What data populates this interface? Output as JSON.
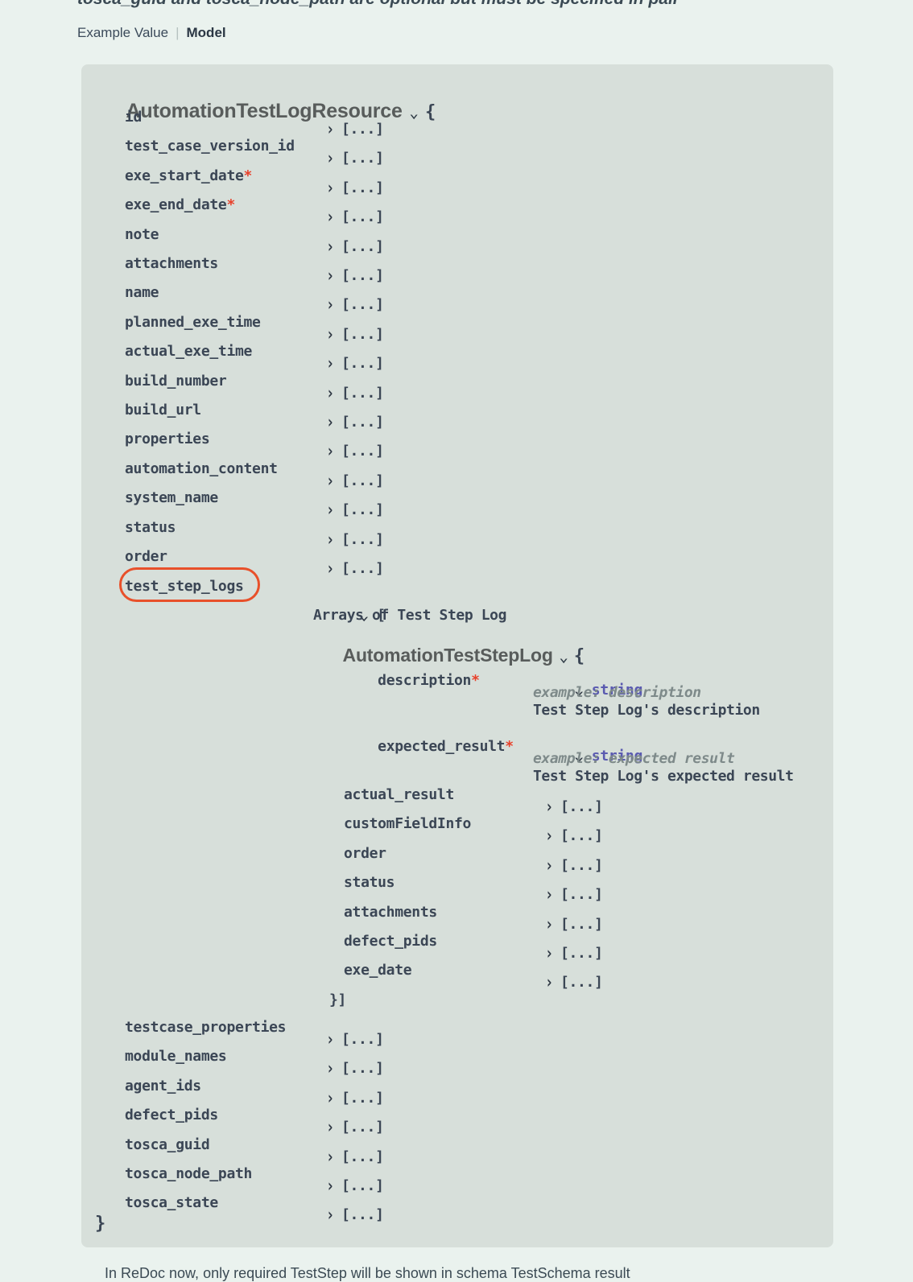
{
  "top_note": "tosca_guid and tosca_node_path are optional but must be specified in pair",
  "tabs": {
    "example_value": "Example Value",
    "separator": "|",
    "model": "Model"
  },
  "model": {
    "name": "AutomationTestLogResource",
    "open_brace": "{",
    "close_brace": "}",
    "collapse_icon": "chevron-down",
    "properties": [
      {
        "name": "id",
        "required": false,
        "value": "[...]",
        "toggle": "chevron-right"
      },
      {
        "name": "test_case_version_id",
        "required": false,
        "value": "[...]",
        "toggle": "chevron-right"
      },
      {
        "name": "exe_start_date",
        "required": true,
        "value": "[...]",
        "toggle": "chevron-right"
      },
      {
        "name": "exe_end_date",
        "required": true,
        "value": "[...]",
        "toggle": "chevron-right"
      },
      {
        "name": "note",
        "required": false,
        "value": "[...]",
        "toggle": "chevron-right"
      },
      {
        "name": "attachments",
        "required": false,
        "value": "[...]",
        "toggle": "chevron-right"
      },
      {
        "name": "name",
        "required": false,
        "value": "[...]",
        "toggle": "chevron-right"
      },
      {
        "name": "planned_exe_time",
        "required": false,
        "value": "[...]",
        "toggle": "chevron-right"
      },
      {
        "name": "actual_exe_time",
        "required": false,
        "value": "[...]",
        "toggle": "chevron-right"
      },
      {
        "name": "build_number",
        "required": false,
        "value": "[...]",
        "toggle": "chevron-right"
      },
      {
        "name": "build_url",
        "required": false,
        "value": "[...]",
        "toggle": "chevron-right"
      },
      {
        "name": "properties",
        "required": false,
        "value": "[...]",
        "toggle": "chevron-right"
      },
      {
        "name": "automation_content",
        "required": false,
        "value": "[...]",
        "toggle": "chevron-right"
      },
      {
        "name": "system_name",
        "required": false,
        "value": "[...]",
        "toggle": "chevron-right"
      },
      {
        "name": "status",
        "required": false,
        "value": "[...]",
        "toggle": "chevron-right"
      },
      {
        "name": "order",
        "required": false,
        "value": "[...]",
        "toggle": "chevron-right"
      }
    ],
    "expanded_property": {
      "name": "test_step_logs",
      "highlighted": true,
      "highlight_color": "#e8502a",
      "toggle": "chevron-down",
      "open_bracket": "[",
      "array_note": "Arrays of Test Step Log",
      "close_bracket": "}]"
    },
    "trailing_properties": [
      {
        "name": "testcase_properties",
        "required": false,
        "value": "[...]",
        "toggle": "chevron-right"
      },
      {
        "name": "module_names",
        "required": false,
        "value": "[...]",
        "toggle": "chevron-right"
      },
      {
        "name": "agent_ids",
        "required": false,
        "value": "[...]",
        "toggle": "chevron-right"
      },
      {
        "name": "defect_pids",
        "required": false,
        "value": "[...]",
        "toggle": "chevron-right"
      },
      {
        "name": "tosca_guid",
        "required": false,
        "value": "[...]",
        "toggle": "chevron-right"
      },
      {
        "name": "tosca_node_path",
        "required": false,
        "value": "[...]",
        "toggle": "chevron-right"
      },
      {
        "name": "tosca_state",
        "required": false,
        "value": "[...]",
        "toggle": "chevron-right"
      }
    ]
  },
  "nested_model": {
    "name": "AutomationTestStepLog",
    "open_brace": "{",
    "collapse_icon": "chevron-down",
    "detailed_properties": [
      {
        "name": "description",
        "required": true,
        "toggle": "chevron-down",
        "type": "string",
        "example": "example: description",
        "description": "Test Step Log's description"
      },
      {
        "name": "expected_result",
        "required": true,
        "toggle": "chevron-down",
        "type": "string",
        "example": "example: expected result",
        "description": "Test Step Log's expected result"
      }
    ],
    "properties": [
      {
        "name": "actual_result",
        "required": false,
        "value": "[...]",
        "toggle": "chevron-right"
      },
      {
        "name": "customFieldInfo",
        "required": false,
        "value": "[...]",
        "toggle": "chevron-right"
      },
      {
        "name": "order",
        "required": false,
        "value": "[...]",
        "toggle": "chevron-right"
      },
      {
        "name": "status",
        "required": false,
        "value": "[...]",
        "toggle": "chevron-right"
      },
      {
        "name": "attachments",
        "required": false,
        "value": "[...]",
        "toggle": "chevron-right"
      },
      {
        "name": "defect_pids",
        "required": false,
        "value": "[...]",
        "toggle": "chevron-right"
      },
      {
        "name": "exe_date",
        "required": false,
        "value": "[...]",
        "toggle": "chevron-right"
      }
    ]
  },
  "colors": {
    "page_background": "#eaf2ee",
    "panel_background": "#d7dfda",
    "text": "#3b4655",
    "required_marker": "#e8402a",
    "type_string": "#5a5ab0",
    "example_text": "#7e8a8a",
    "highlight": "#e8502a"
  },
  "bottom_note": "In ReDoc now, only required TestStep will be shown in schema TestSchema result"
}
